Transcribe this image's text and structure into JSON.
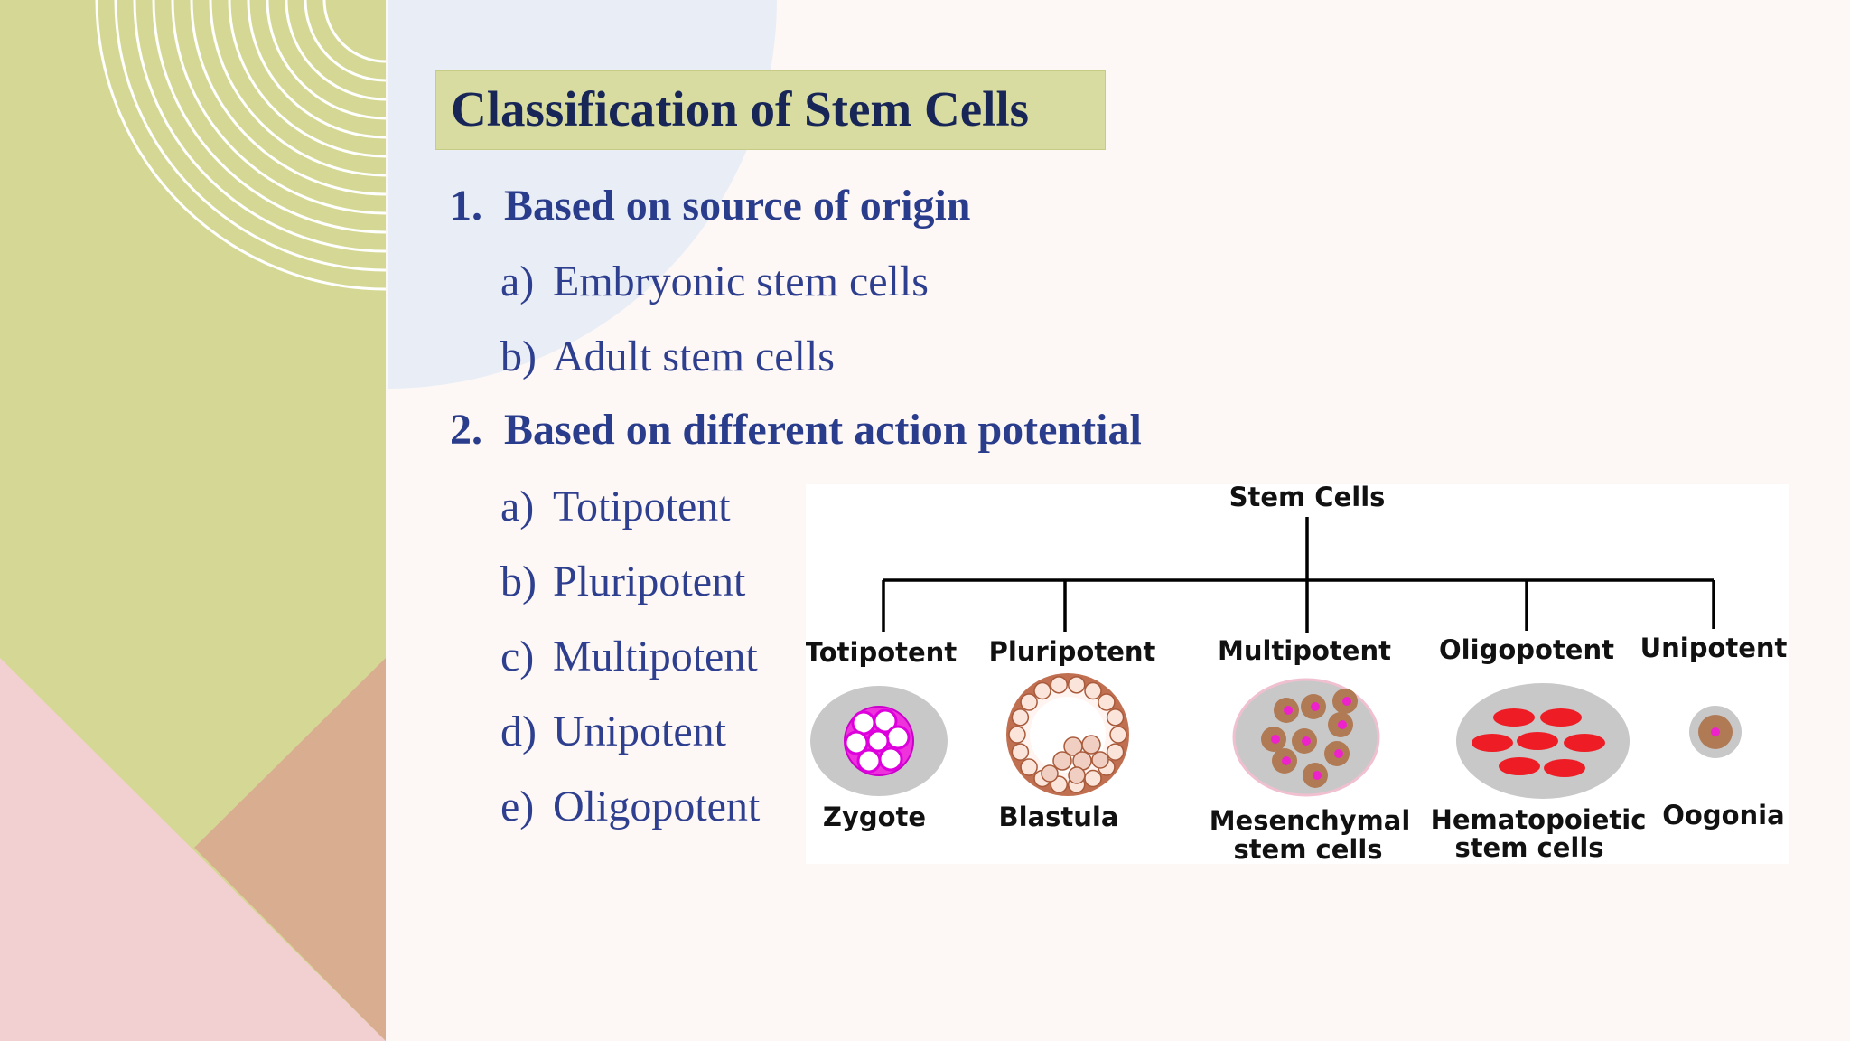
{
  "slide": {
    "title": "Classification of Stem Cells",
    "sections": [
      {
        "number": "1.",
        "heading": "Based on source of origin",
        "items": [
          {
            "letter": "a)",
            "text": "Embryonic stem cells"
          },
          {
            "letter": "b)",
            "text": "Adult stem cells"
          }
        ]
      },
      {
        "number": "2.",
        "heading": "Based on different action potential",
        "items": [
          {
            "letter": "a)",
            "text": "Totipotent"
          },
          {
            "letter": "b)",
            "text": "Pluripotent"
          },
          {
            "letter": "c)",
            "text": "Multipotent"
          },
          {
            "letter": "d)",
            "text": "Unipotent"
          },
          {
            "letter": "e)",
            "text": "Oligopotent"
          }
        ]
      }
    ]
  },
  "diagram": {
    "root": "Stem Cells",
    "branches": [
      {
        "type": "Totipotent",
        "example": "Zygote",
        "example_line2": ""
      },
      {
        "type": "Pluripotent",
        "example": "Blastula",
        "example_line2": ""
      },
      {
        "type": "Multipotent",
        "example": "Mesenchymal",
        "example_line2": "stem cells"
      },
      {
        "type": "Oligopotent",
        "example": "Hematopoietic",
        "example_line2": "stem cells"
      },
      {
        "type": "Unipotent",
        "example": "Oogonia",
        "example_line2": ""
      }
    ]
  },
  "colors": {
    "title_bg": "#d8dca0",
    "heading_text": "#2a3c8c",
    "title_text": "#172557",
    "panel_green": "#d5d894",
    "panel_pink": "#f2cfd0",
    "panel_tan": "#d8ad90"
  }
}
